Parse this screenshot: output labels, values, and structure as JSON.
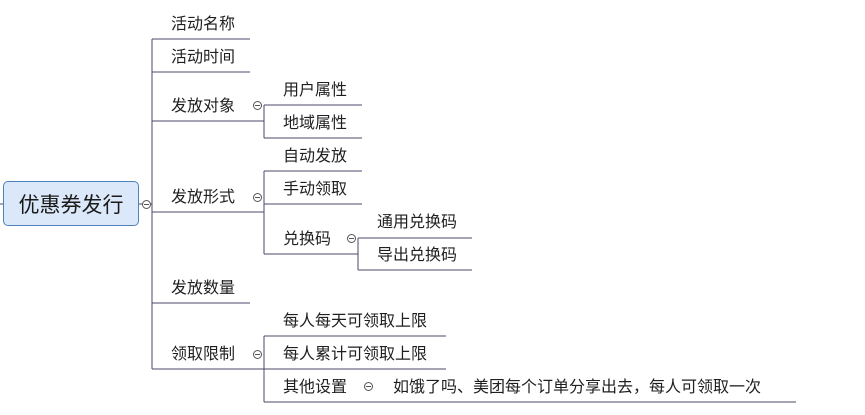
{
  "root": {
    "label": "优惠券发行"
  },
  "branches": {
    "activity_name": "活动名称",
    "activity_time": "活动时间",
    "target": {
      "label": "发放对象",
      "children": [
        "用户属性",
        "地域属性"
      ]
    },
    "form": {
      "label": "发放形式",
      "children": [
        "自动发放",
        "手动领取"
      ],
      "redeem": {
        "label": "兑换码",
        "children": [
          "通用兑换码",
          "导出兑换码"
        ]
      }
    },
    "quantity": "发放数量",
    "limit": {
      "label": "领取限制",
      "children": [
        "每人每天可领取上限",
        "每人累计可领取上限"
      ],
      "other": {
        "label": "其他设置",
        "note": "如饿了吗、美团每个订单分享出去，每人可领取一次"
      }
    }
  },
  "colors": {
    "line": "#4a4a6a",
    "root_fill": "#dbe8f9",
    "root_border": "#4f81bd"
  }
}
